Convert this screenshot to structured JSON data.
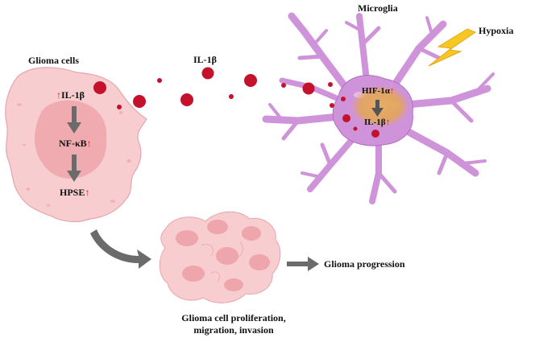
{
  "labels": {
    "glioma_cells": "Glioma cells",
    "il1b_top": "IL-1β",
    "microglia": "Microglia",
    "hypoxia": "Hypoxia",
    "il1b_glioma": "IL-1β",
    "nfkb": "NF-κB",
    "hpse": "HPSE",
    "hif1a": "HIF-1α",
    "il1b_microglia": "IL-1β",
    "glioma_progression": "Glioma progression",
    "proliferation_line1": "Glioma cell proliferation,",
    "proliferation_line2": "migration, invasion",
    "up_arrow": "↑"
  },
  "colors": {
    "glioma_cell_fill": "#f7cdd0",
    "glioma_nucleus": "#eea5ab",
    "microglia_fill": "#cf93d9",
    "microglia_dark": "#b56cc4",
    "microglia_nucleus": "#e2a65a",
    "cytokine_red": "#c4122c",
    "arrow_gray": "#6b6b6b",
    "upregulation_arrow": "#d8232a",
    "lightning": "#f6c623"
  }
}
